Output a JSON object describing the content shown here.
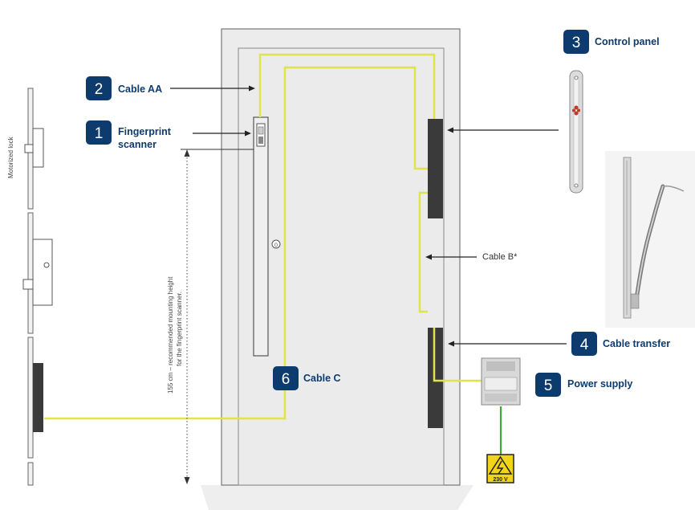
{
  "colors": {
    "badge": "#0d3b6e",
    "cable": "#dfe44a",
    "ground_cable": "#3aa935",
    "door_fill": "#ececec",
    "strip": "#3a3a3a"
  },
  "labels": {
    "motorized_lock": "Motorized lock",
    "mounting_height_line1": "155 cm – recommended mounting height",
    "mounting_height_line2": "for the fingerprint scanner.",
    "cable_b": "Cable B*",
    "voltage": "230 V",
    "handle_mark": "0"
  },
  "callouts": [
    {
      "id": "cable-aa",
      "number": "2",
      "text": [
        "Cable AA"
      ]
    },
    {
      "id": "fingerprint-scanner",
      "number": "1",
      "text": [
        "Fingerprint",
        "scanner"
      ]
    },
    {
      "id": "control-panel",
      "number": "3",
      "text": [
        "Control panel"
      ]
    },
    {
      "id": "cable-transfer",
      "number": "4",
      "text": [
        "Cable transfer"
      ]
    },
    {
      "id": "power-supply",
      "number": "5",
      "text": [
        "Power supply"
      ]
    },
    {
      "id": "cable-c",
      "number": "6",
      "text": [
        "Cable C"
      ]
    }
  ],
  "icons": {
    "hazard": "high-voltage-warning-icon",
    "control_panel": "control-panel-icon",
    "cable_transfer_device": "cable-transfer-device-icon",
    "power_supply": "power-supply-icon"
  }
}
